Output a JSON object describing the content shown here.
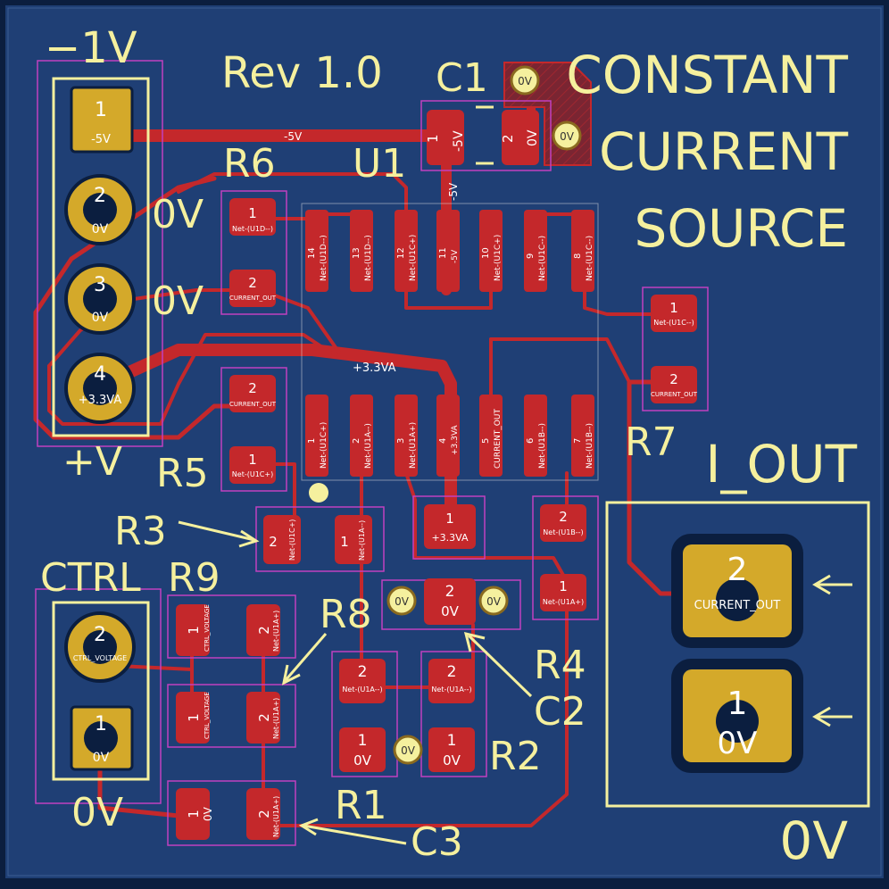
{
  "board": {
    "colors": {
      "copper_back": "#1f3f75",
      "trace": "#c4282b",
      "pad_smd": "#c4282b",
      "pad_tht": "#d4a92a",
      "silk": "#f5f09e",
      "courtyard": "#c040c0",
      "via": "#e6c04a"
    },
    "title_lines": [
      "CONSTANT",
      "CURRENT",
      "SOURCE"
    ],
    "revision": "Rev 1.0"
  },
  "labels": {
    "neg1v": "−1V",
    "plus_v": "+V",
    "ctrl": "CTRL",
    "i_out": "I_OUT",
    "zero_v_pin2": "0V",
    "zero_v_pin3": "0V",
    "zero_v_ctrl": "0V",
    "zero_v_iout": "0V",
    "r1": "R1",
    "r2": "R2",
    "r3": "R3",
    "r4": "R4",
    "r5": "R5",
    "r6": "R6",
    "r7": "R7",
    "r8": "R8",
    "r9": "R9",
    "c1": "C1",
    "c2": "C2",
    "c3": "C3",
    "u1": "U1"
  },
  "power_connector": {
    "pins": [
      {
        "num": "1",
        "net": "-5V"
      },
      {
        "num": "2",
        "net": "0V"
      },
      {
        "num": "3",
        "net": "0V"
      },
      {
        "num": "4",
        "net": "+3.3VA"
      }
    ]
  },
  "ctrl_connector": {
    "pins": [
      {
        "num": "2",
        "net": "CTRL_VOLTAGE"
      },
      {
        "num": "1",
        "net": "0V"
      }
    ]
  },
  "iout_connector": {
    "pins": [
      {
        "num": "2",
        "net": "CURRENT_OUT"
      },
      {
        "num": "1",
        "net": "0V"
      }
    ]
  },
  "u1": {
    "top_pins": [
      {
        "num": "14",
        "net": "Net-(U1D--)"
      },
      {
        "num": "13",
        "net": "Net-(U1D--)"
      },
      {
        "num": "12",
        "net": "Net-(U1C+)"
      },
      {
        "num": "11",
        "net": "-5V"
      },
      {
        "num": "10",
        "net": "Net-(U1C+)"
      },
      {
        "num": "9",
        "net": "Net-(U1C--)"
      },
      {
        "num": "8",
        "net": "Net-(U1C--)"
      }
    ],
    "bottom_pins": [
      {
        "num": "1",
        "net": "Net-(U1C+)"
      },
      {
        "num": "2",
        "net": "Net-(U1A--)"
      },
      {
        "num": "3",
        "net": "Net-(U1A+)"
      },
      {
        "num": "4",
        "net": "+3.3VA"
      },
      {
        "num": "5",
        "net": "CURRENT_OUT"
      },
      {
        "num": "6",
        "net": "Net-(U1B--)"
      },
      {
        "num": "7",
        "net": "Net-(U1B--)"
      }
    ]
  },
  "passives": {
    "c1": {
      "p1": "1",
      "p1_net": "-5V",
      "p2": "2",
      "p2_net": "0V"
    },
    "r6": {
      "p1": "1",
      "p1_net": "Net-(U1D--)",
      "p2": "2",
      "p2_net": "CURRENT_OUT"
    },
    "r5": {
      "p2": "2",
      "p2_net": "CURRENT_OUT",
      "p1": "1",
      "p1_net": "Net-(U1C+)"
    },
    "r7": {
      "p1": "1",
      "p1_net": "Net-(U1C--)",
      "p2": "2",
      "p2_net": "CURRENT_OUT"
    },
    "r3": {
      "p2": "2",
      "p2_net": "Net-(U1C+)",
      "p1": "1",
      "p1_net": "Net-(U1A--)"
    },
    "c3_top": {
      "p1": "1",
      "p1_net": "+3.3VA"
    },
    "c2": {
      "p2": "2",
      "p2_net": "0V"
    },
    "r4": {
      "p2": "2",
      "p2_net": "Net-(U1B--)",
      "p1": "1",
      "p1_net": "Net-(U1A+)"
    },
    "r9": {
      "p1": "1",
      "p1_net": "CTRL_VOLTAGE",
      "p2": "2",
      "p2_net": "Net-(U1A+)"
    },
    "r8": {
      "p1": "1",
      "p1_net": "CTRL_VOLTAGE",
      "p2": "2",
      "p2_net": "Net-(U1A+)"
    },
    "r1": {
      "p2": "2",
      "p2_net": "Net-(U1A--)",
      "p1": "1",
      "p1_net": "0V"
    },
    "r2": {
      "p2": "2",
      "p2_net": "Net-(U1A--)",
      "p1": "1",
      "p1_net": "0V"
    },
    "c3": {
      "p1": "1",
      "p1_net": "0V",
      "p2": "2",
      "p2_net": "Net-(U1A+)"
    }
  },
  "trace_labels": {
    "neg5v": "-5V",
    "neg5v_vertical": "-5V",
    "plus33va": "+3.3VA"
  },
  "vias": {
    "zero_v": "0V"
  }
}
